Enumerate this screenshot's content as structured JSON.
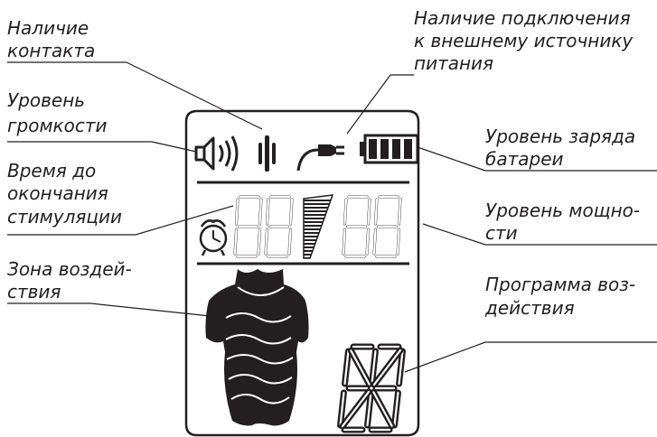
{
  "labels": {
    "contact": [
      "Наличие",
      "контакта"
    ],
    "power_source": [
      "Наличие подключения",
      "к внешнему источнику",
      "питания"
    ],
    "volume": [
      "Уровень",
      "громкости"
    ],
    "battery": [
      "Уровень заряда",
      "батареи"
    ],
    "time": [
      "Время до",
      "окончания",
      "стимуляции"
    ],
    "power_level": [
      "Уровень мощно-",
      "сти"
    ],
    "zone": [
      "Зона воздей-",
      "ствия"
    ],
    "program": [
      "Программа воз-",
      "действия"
    ]
  },
  "display": {
    "timer_digits": "88",
    "power_digits": "88",
    "battery_cells": 4,
    "program_char": "16-segment"
  },
  "colors": {
    "ink": "#231f20",
    "background": "#ffffff"
  }
}
